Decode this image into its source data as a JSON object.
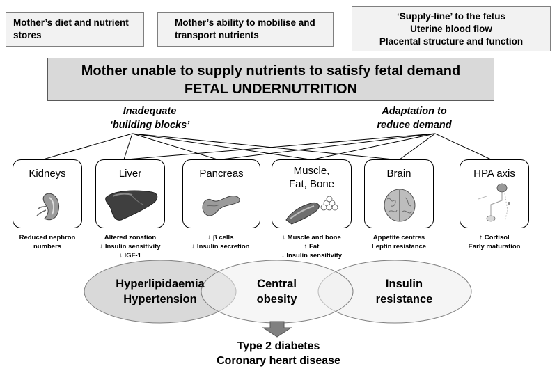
{
  "top_boxes": {
    "diet": [
      "Mother’s diet and nutrient",
      "stores"
    ],
    "mobilise": [
      "Mother’s ability to mobilise and",
      "transport nutrients"
    ],
    "supply": [
      "‘Supply-line’ to the fetus",
      "Uterine blood flow",
      "Placental structure and function"
    ]
  },
  "main_box": {
    "line1": "Mother unable to supply nutrients to satisfy fetal demand",
    "line2": "FETAL UNDERNUTRITION"
  },
  "labels": {
    "left": [
      "Inadequate",
      "‘building blocks’"
    ],
    "right": [
      "Adaptation to",
      "reduce demand"
    ]
  },
  "organs": [
    {
      "title": [
        "Kidneys"
      ],
      "icon": "kidney-icon",
      "caption": [
        "Reduced nephron",
        "numbers"
      ]
    },
    {
      "title": [
        "Liver"
      ],
      "icon": "liver-icon",
      "caption": [
        "Altered zonation",
        "↓ Insulin sensitivity",
        "↓ IGF-1"
      ]
    },
    {
      "title": [
        "Pancreas"
      ],
      "icon": "pancreas-icon",
      "caption": [
        "↓ β cells",
        "↓ Insulin secretion"
      ]
    },
    {
      "title": [
        "Muscle,",
        "Fat, Bone"
      ],
      "icon": "muscle-fat-bone-icon",
      "caption": [
        "↓ Muscle and bone",
        "↑ Fat",
        "↓ Insulin sensitivity"
      ]
    },
    {
      "title": [
        "Brain"
      ],
      "icon": "brain-icon",
      "caption": [
        "Appetite centres",
        "Leptin resistance"
      ]
    },
    {
      "title": [
        "HPA axis"
      ],
      "icon": "hpa-axis-icon",
      "caption": [
        "↑ Cortisol",
        "Early maturation"
      ]
    }
  ],
  "venn": {
    "left": [
      "Hyperlipidaemia",
      "Hypertension"
    ],
    "center": [
      "Central",
      "obesity"
    ],
    "right": [
      "Insulin",
      "resistance"
    ]
  },
  "outcome": [
    "Type 2 diabetes",
    "Coronary heart disease"
  ],
  "colors": {
    "top_box_fill": "#f2f2f2",
    "main_box_fill": "#d9d9d9",
    "venn_left_fill": "#d9d9d9",
    "venn_other_fill": "#efefef",
    "arrow_fill": "#808080"
  }
}
